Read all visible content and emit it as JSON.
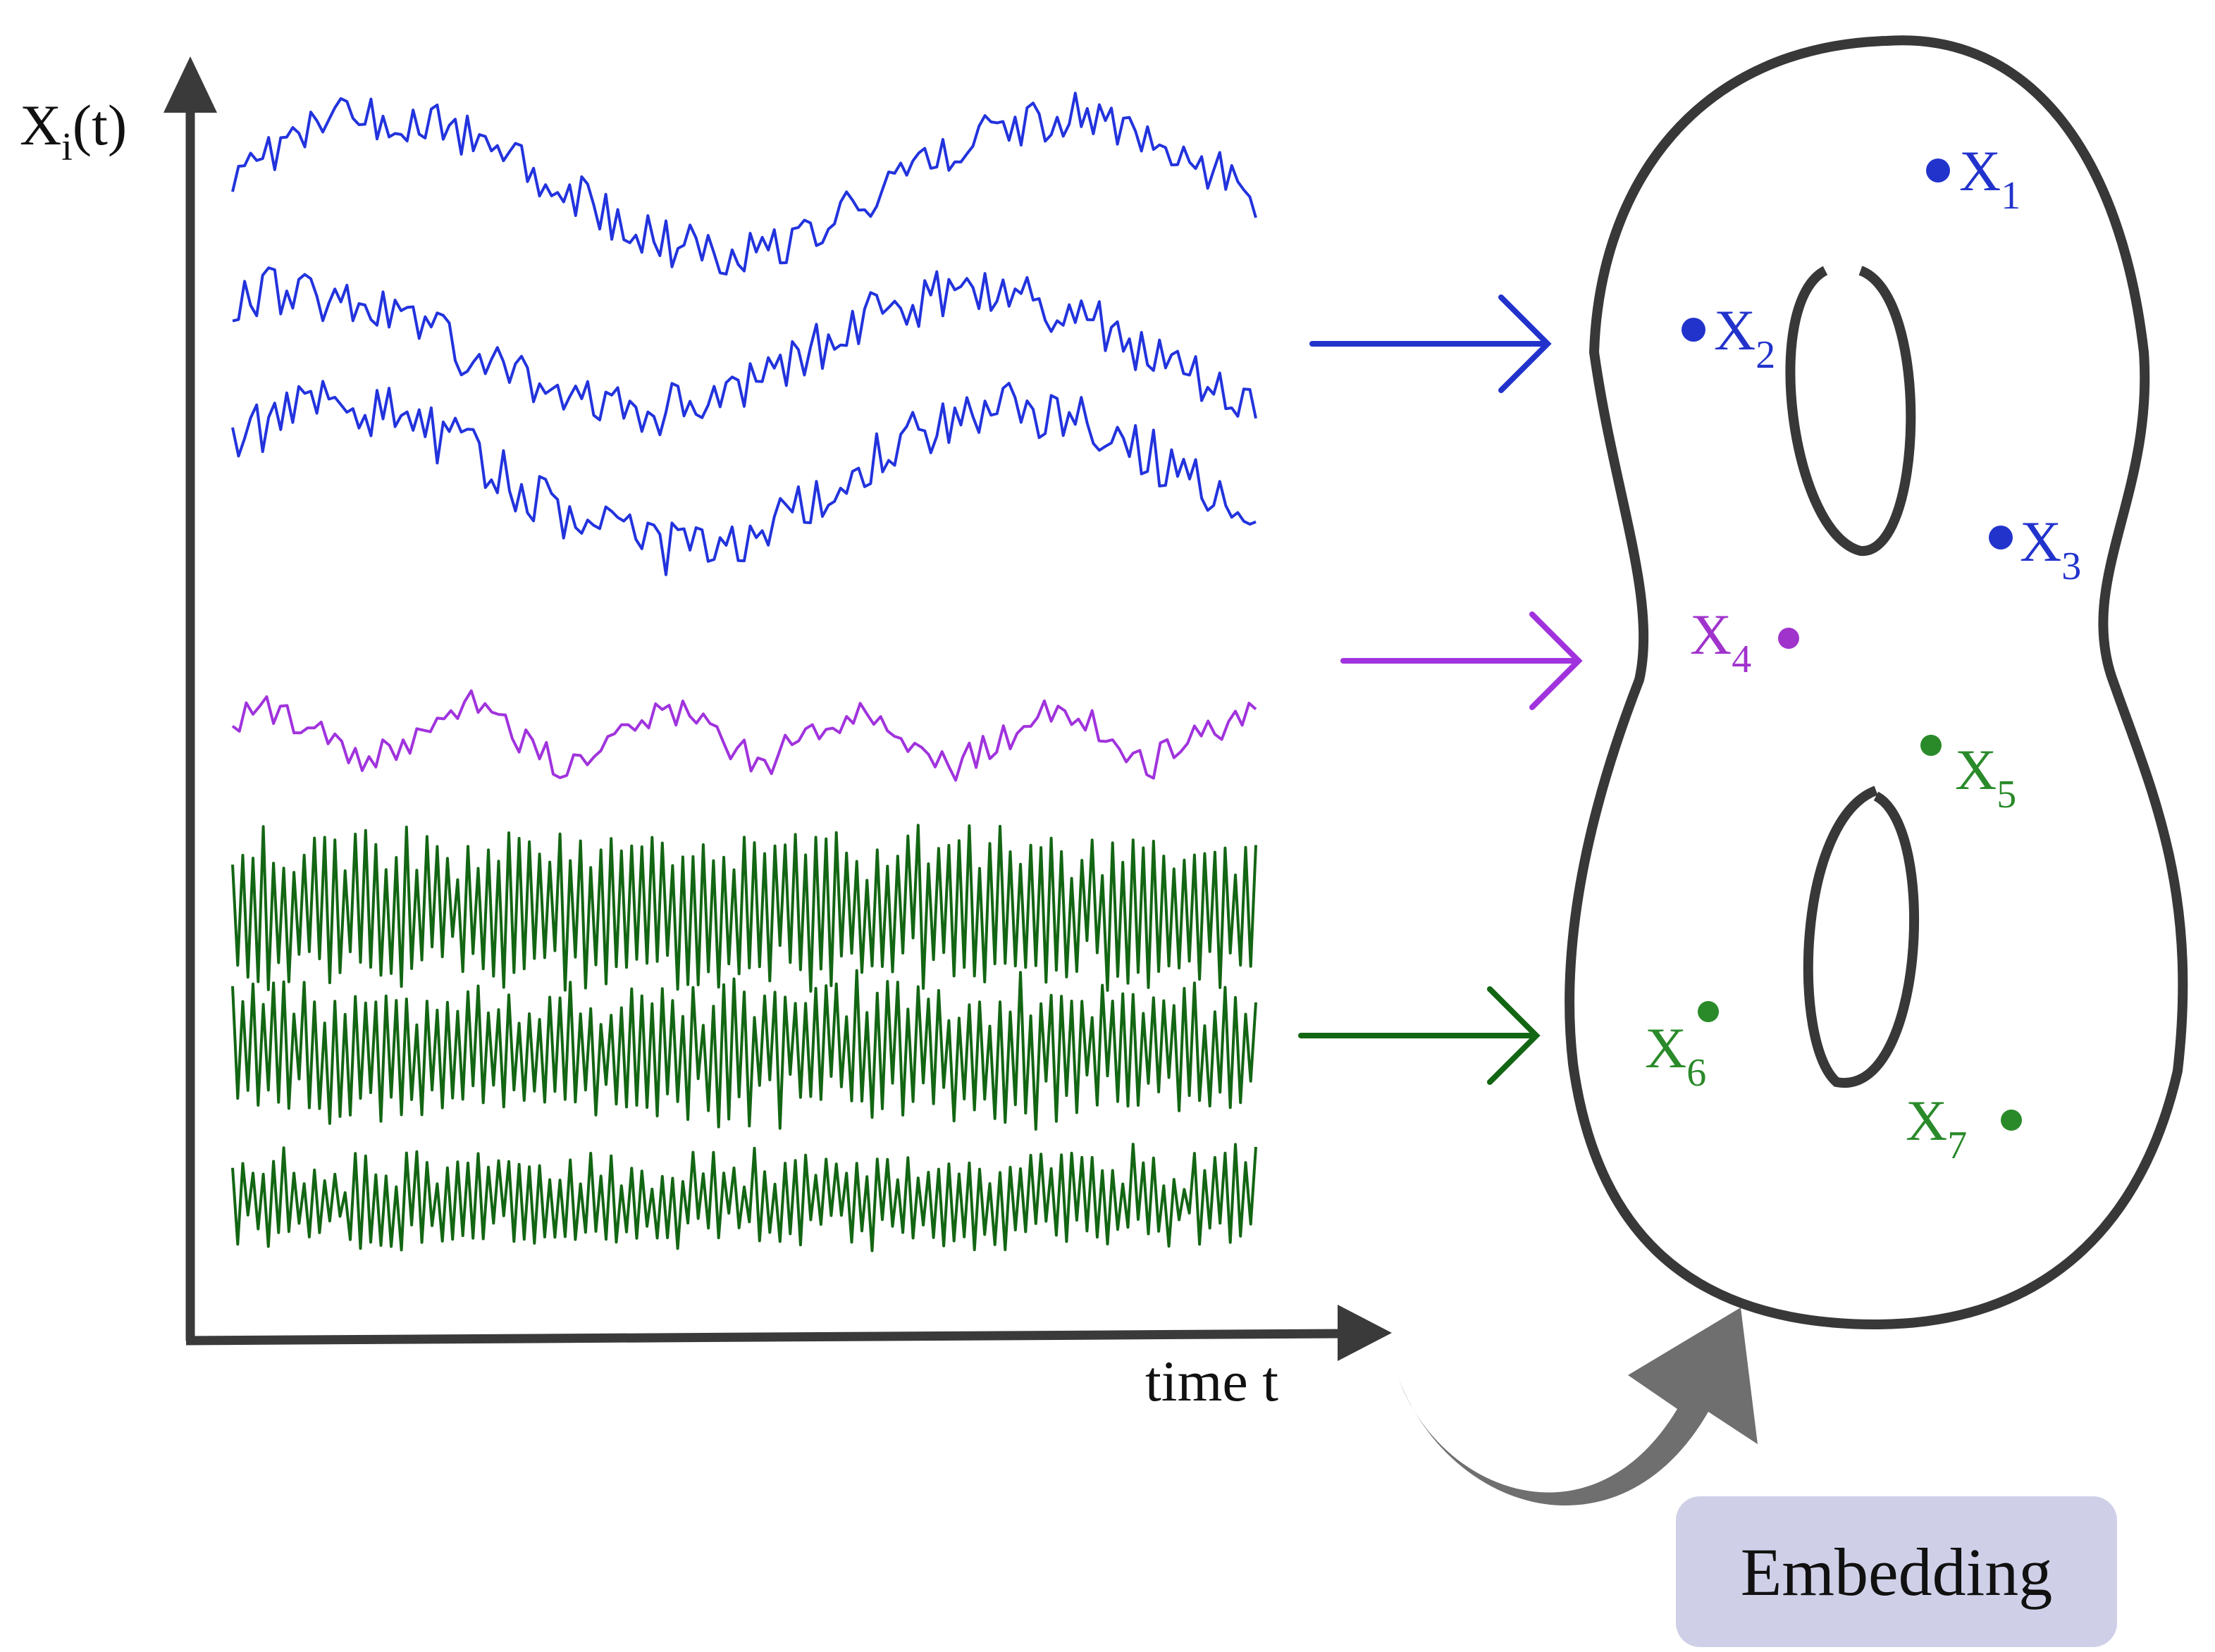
{
  "axes": {
    "y_label_main": "X",
    "y_label_sub": "i",
    "y_label_rest": "(t)",
    "x_label": "time t"
  },
  "series": [
    {
      "group": "blue",
      "color": "#2233dd"
    },
    {
      "group": "blue",
      "color": "#2233dd"
    },
    {
      "group": "blue",
      "color": "#2233dd"
    },
    {
      "group": "purple",
      "color": "#a033dd"
    },
    {
      "group": "green",
      "color": "#136613"
    },
    {
      "group": "green",
      "color": "#136613"
    },
    {
      "group": "green",
      "color": "#136613"
    }
  ],
  "points": [
    {
      "main": "X",
      "sub": "1",
      "color": "#2233cc"
    },
    {
      "main": "X",
      "sub": "2",
      "color": "#2233cc"
    },
    {
      "main": "X",
      "sub": "3",
      "color": "#2233cc"
    },
    {
      "main": "X",
      "sub": "4",
      "color": "#a033cc"
    },
    {
      "main": "X",
      "sub": "5",
      "color": "#2a8a2a"
    },
    {
      "main": "X",
      "sub": "6",
      "color": "#2a8a2a"
    },
    {
      "main": "X",
      "sub": "7",
      "color": "#2a8a2a"
    }
  ],
  "colors": {
    "axis": "#3a3a3a",
    "surface": "#383838",
    "curved_arrow": "#6f6f6f",
    "embedding_box": "#cfd0e8"
  },
  "embedding_label": "Embedding"
}
